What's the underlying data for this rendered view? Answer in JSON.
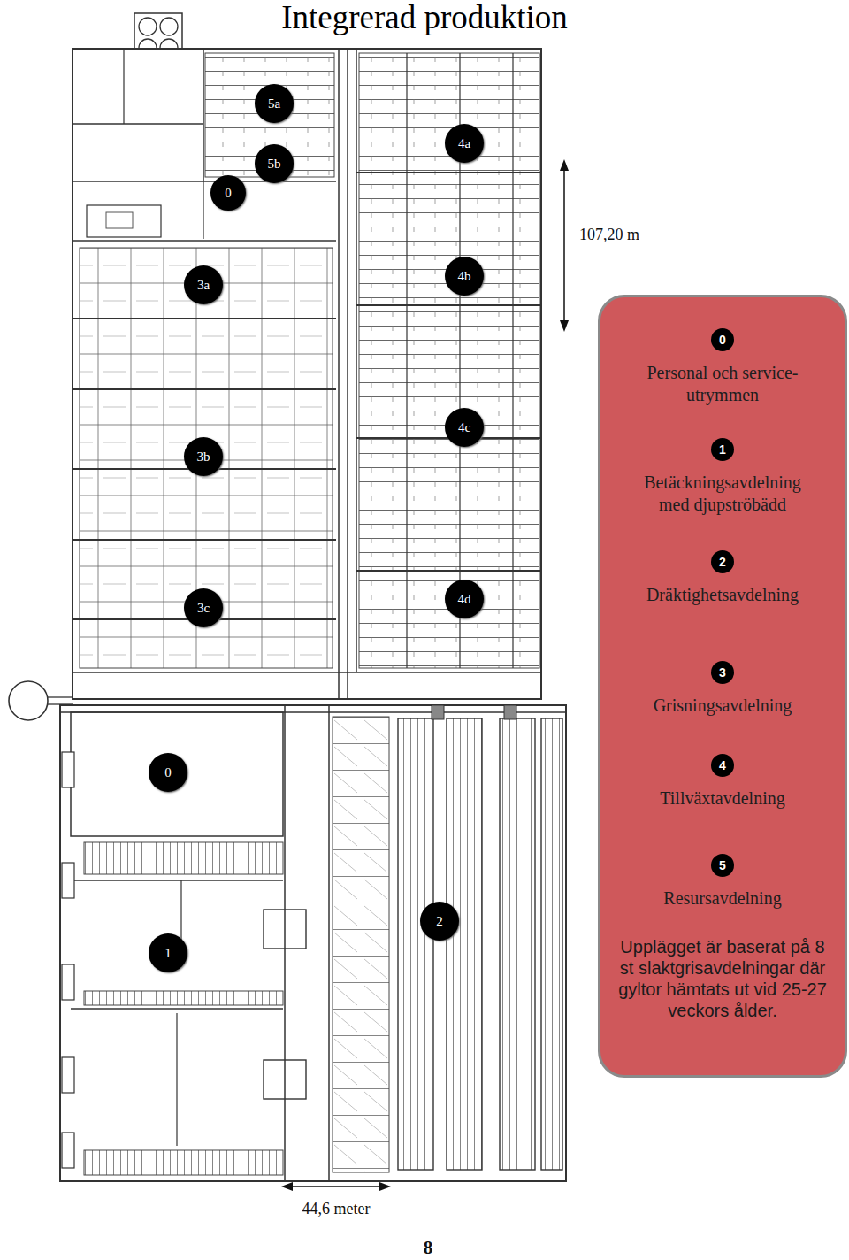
{
  "diagram": {
    "title": "Integrerad produktion",
    "nodes": [
      {
        "text": [
          "5a"
        ]
      },
      {
        "text": [
          "4a"
        ]
      },
      {
        "text": [
          "5b"
        ]
      },
      {
        "text": [
          "0"
        ]
      },
      {
        "text": [
          "3a"
        ]
      },
      {
        "text": [
          "4b"
        ]
      },
      {
        "text": [
          "4c"
        ]
      },
      {
        "text": [
          "3b"
        ]
      },
      {
        "text": [
          "3c"
        ]
      },
      {
        "text": [
          "4d"
        ]
      },
      {
        "text": [
          "Upplägget är baserat på 8 st slaktgrisavdelningar där gyltor hämtats ut vid 25-27 veckors ålder."
        ]
      },
      {
        "text": [
          "0",
          "Personal och service-utrymmen"
        ],
        "in": 10
      },
      {
        "text": [
          "1",
          "Betäckningsavdelning med djupströbädd"
        ],
        "in": 10
      },
      {
        "text": [
          "2",
          "Dräktighetsavdelning"
        ],
        "in": 10
      },
      {
        "text": [
          "3",
          "Grisningsavdelning"
        ],
        "in": 10
      },
      {
        "text": [
          "4",
          "Tillväxtavdelning"
        ],
        "in": 10
      },
      {
        "text": [
          "5",
          "Resursavdelning"
        ],
        "in": 10
      },
      {
        "text": [
          "0"
        ]
      },
      {
        "text": [
          "2"
        ]
      },
      {
        "text": [
          "1"
        ]
      }
    ],
    "labels": [
      "107,20 m",
      "44,6 meter",
      "8"
    ]
  }
}
